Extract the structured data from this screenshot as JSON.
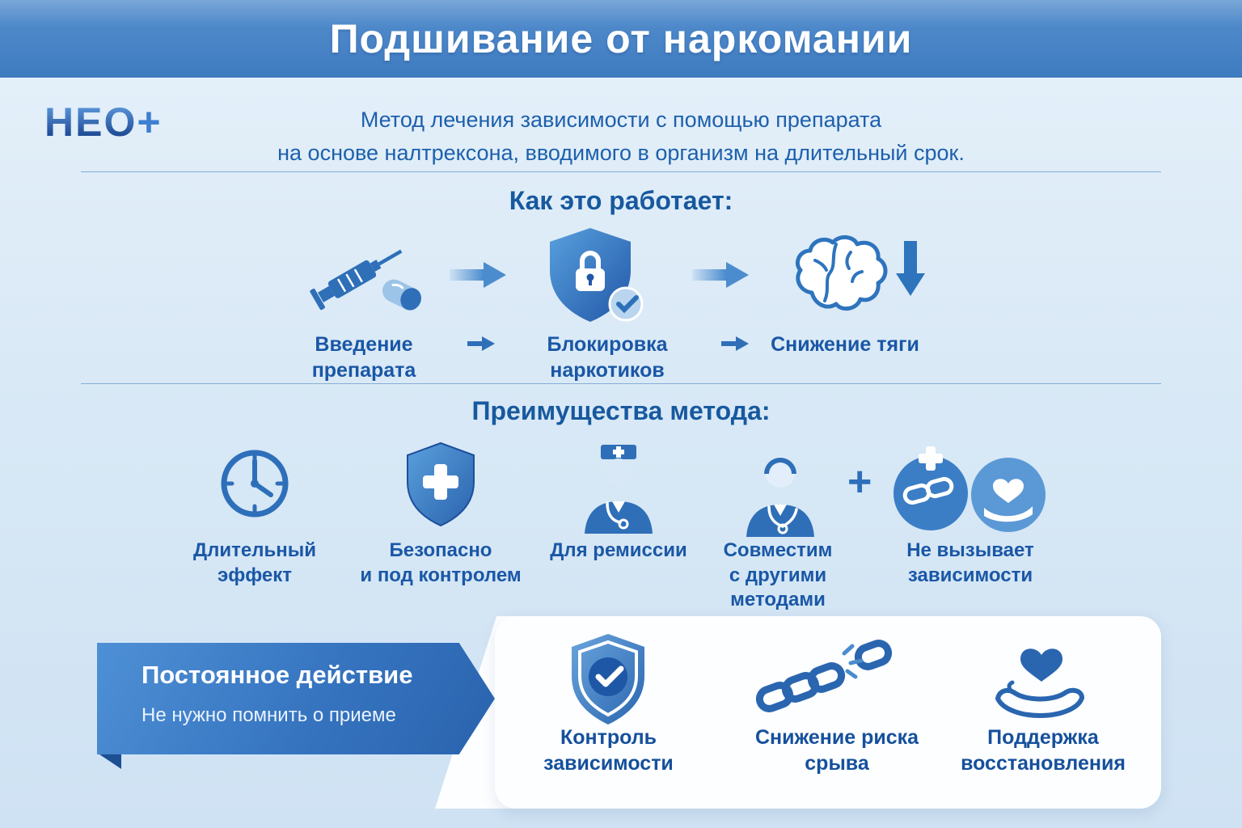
{
  "colors": {
    "primary": "#2e6fb8",
    "dark_text": "#1a57a6",
    "header_blue": "#3e7bc0",
    "panel_bg": "#fdfeff",
    "page_bg": "#d9e9f6"
  },
  "header": {
    "title": "Подшивание от наркомании"
  },
  "intro": {
    "logo_text": "НЕО",
    "logo_plus": "+",
    "description": "Метод лечения зависимости с помощью препарата\nна основе налтрексона, вводимого в организм на длительный срок."
  },
  "how_it_works": {
    "heading": "Как это работает:",
    "steps": [
      {
        "icon": "syringe-pill-icon",
        "label": "Введение препарата"
      },
      {
        "icon": "shield-lock-icon",
        "label": "Блокировка наркотиков"
      },
      {
        "icon": "brain-decrease-icon",
        "label": "Снижение тяги"
      }
    ]
  },
  "benefits": {
    "heading": "Преимущества метода:",
    "plus": "+",
    "items": [
      {
        "icon": "clock-icon",
        "label": "Длительный эффект"
      },
      {
        "icon": "shield-cross-icon",
        "label": "Безопасно\nи под контролем"
      },
      {
        "icon": "doctor-icon",
        "label": "Для ремиссии"
      },
      {
        "icon": "doctor-stethoscope-icon",
        "label": "Совместим\nс другими\nметодами"
      },
      {
        "icon": "chain-heart-icon",
        "label": "Не вызывает\nзависимости"
      }
    ]
  },
  "bottom": {
    "ribbon_title": "Постоянное действие",
    "ribbon_subtitle": "Не нужно помнить о приеме",
    "items": [
      {
        "icon": "shield-check-icon",
        "label": "Контроль зависимости"
      },
      {
        "icon": "broken-chain-icon",
        "label": "Снижение риска срыва"
      },
      {
        "icon": "hand-heart-icon",
        "label": "Поддержка\nвосстановления"
      }
    ]
  }
}
